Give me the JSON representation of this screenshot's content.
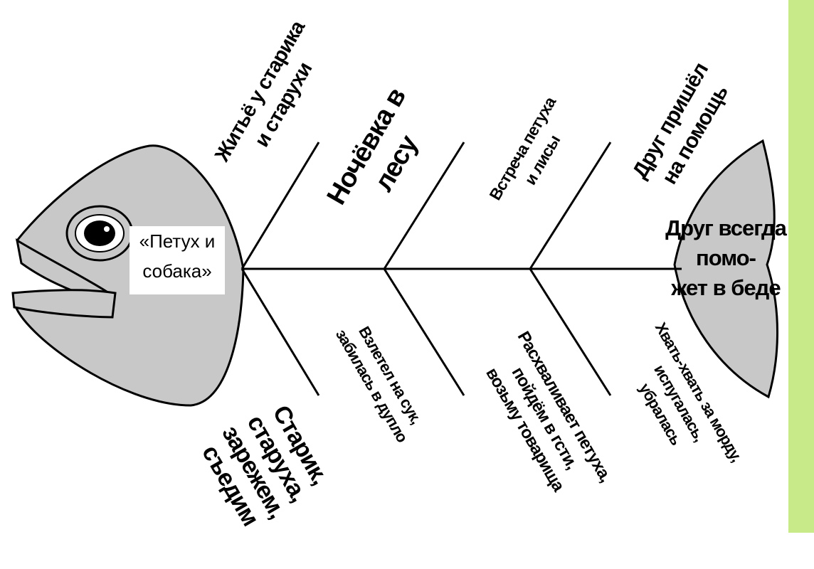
{
  "diagram": {
    "title": "«Петух и\nсобака»",
    "conclusion": "Друг всегда\nпомо-\nжет в беде",
    "upper_branches": [
      {
        "text": "Житьё у старика\nи старухи"
      },
      {
        "text": "Ночёвка в\nлесу"
      },
      {
        "text": "Встреча петуха\nи лисы"
      },
      {
        "text": "Друг пришёл\nна помощь"
      }
    ],
    "lower_branches": [
      {
        "text": "Старик,\nстаруха,\nзарежем,\nсъедим"
      },
      {
        "text": "Взлетел на сук,\nзабилась в дупло"
      },
      {
        "text": "Расхваливает петуха,\nпойдём в гсти,\nвозьму товарища"
      },
      {
        "text": "Хвать-хвать за морду,\nиспугалась,\nубралась"
      }
    ]
  },
  "colors": {
    "fish_fill": "#c8c8c8",
    "outline": "#000000",
    "eye_white": "#ffffff",
    "pupil": "#000000",
    "side_strip": "#c9ea88",
    "background": "#ffffff"
  }
}
